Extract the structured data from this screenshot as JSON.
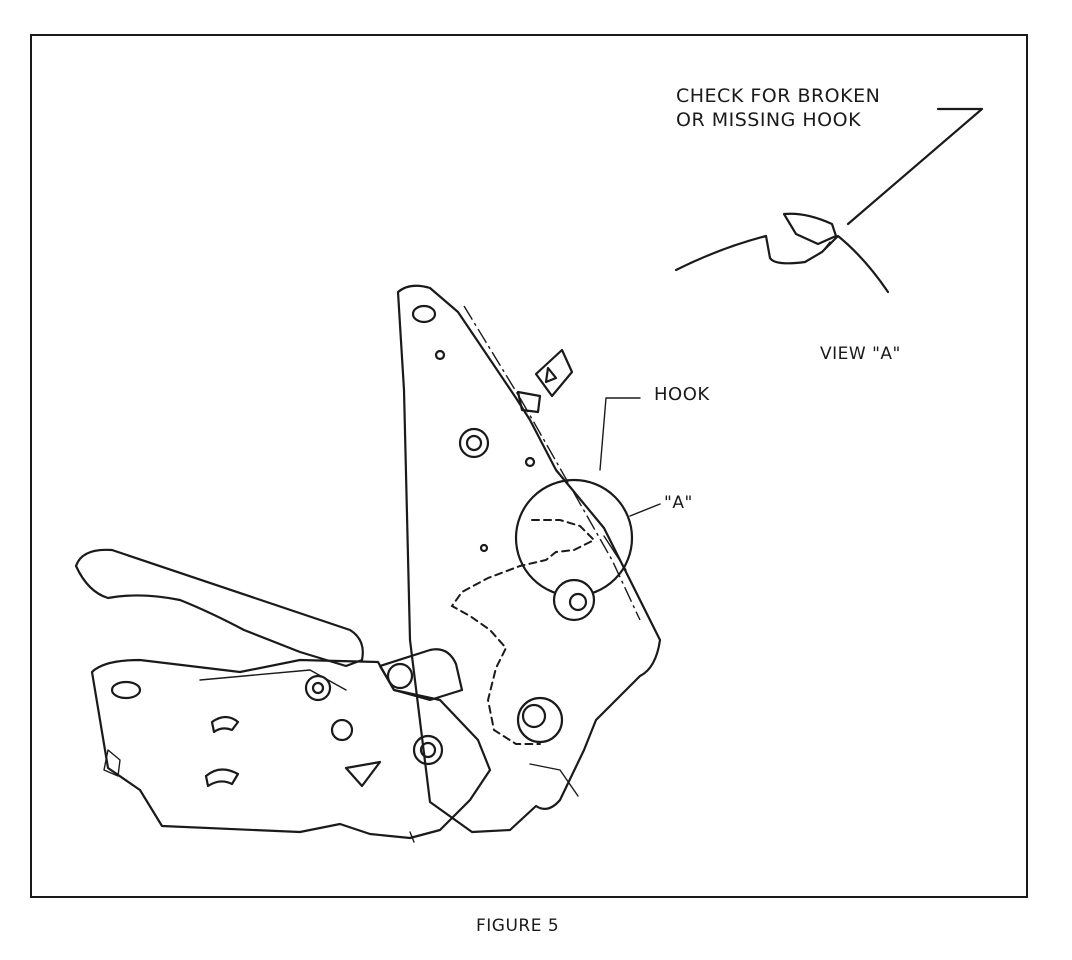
{
  "figure": {
    "callout_check": "CHECK FOR BROKEN\nOR MISSING HOOK",
    "view_label": "VIEW \"A\"",
    "hook_label": "HOOK",
    "detail_label": "\"A\"",
    "caption": "FIGURE 5"
  },
  "icons": {
    "assembly": "parking-brake-lever-assembly-drawing",
    "detail": "hook-detail-view-drawing"
  },
  "colors": {
    "ink": "#1a1a1a",
    "paper": "#ffffff"
  }
}
